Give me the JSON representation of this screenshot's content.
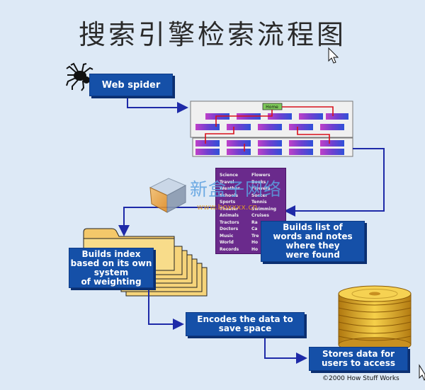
{
  "title": "搜索引擎检索流程图",
  "boxes": {
    "web_spider": "Web spider",
    "builds_list": "Builds list of\nwords and notes\nwhere they\nwere found",
    "builds_index": "Builds index\nbased on its own\nsystem\nof weighting",
    "encodes": "Encodes the data to\nsave space",
    "stores": "Stores data for\nusers to access"
  },
  "webpage_label": "Home",
  "wordlist": {
    "col1": [
      "Science",
      "Travel",
      "Weather",
      "Schools",
      "Sports",
      "Theater",
      "Animals",
      "Tractors",
      "Doctors",
      "Music",
      "World",
      "Records"
    ],
    "col2": [
      "Flowers",
      "Books",
      "Flowers",
      "Soccer",
      "Tennis",
      "Swimming",
      "Cruises",
      "Ra",
      "Ca",
      "Tre",
      "Ho",
      "Ho"
    ]
  },
  "watermark": {
    "text": "新盒子网络",
    "url": "www.boxxxx.cn"
  },
  "copyright": "©2000 How Stuff Works",
  "colors": {
    "background": "#dde9f6",
    "box": "#1550a8",
    "arrow": "#1e2aa8",
    "link_red": "#d8101a",
    "wordlist": "#6a2a8c",
    "gold": "#e0a820"
  }
}
